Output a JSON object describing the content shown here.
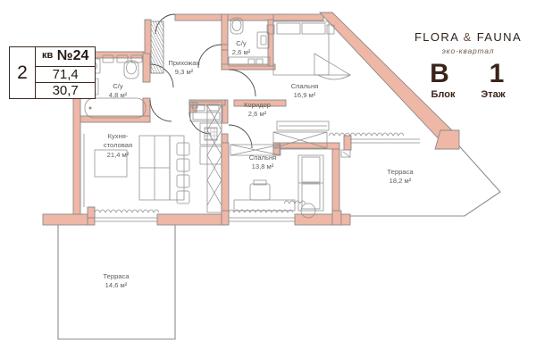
{
  "info_table": {
    "apartment_label": "кв",
    "apartment_number": "№24",
    "rooms": "2",
    "area_total": "71,4",
    "area_living": "30,7"
  },
  "brand": {
    "name_left": "FLORA",
    "name_amp": "&",
    "name_right": "FAUNA",
    "subtitle": "эко-квартал",
    "block_value": "B",
    "floor_value": "1",
    "block_label": "Блок",
    "floor_label": "Этаж"
  },
  "rooms": [
    {
      "name": "bathroom-main",
      "label": "С/у",
      "area": "4,8 м²"
    },
    {
      "name": "hallway",
      "label": "Прихожая",
      "area": "9,3 м²"
    },
    {
      "name": "bathroom-guest",
      "label": "С/у",
      "area": "2,6 м²"
    },
    {
      "name": "bedroom-large",
      "label": "Спальня",
      "area": "16,9 м²"
    },
    {
      "name": "corridor",
      "label": "Коридор",
      "area": "2,6 м²"
    },
    {
      "name": "kitchen-dining",
      "label_l1": "Кухня-",
      "label_l2": "столовая",
      "area": "21,4 м²"
    },
    {
      "name": "bedroom-small",
      "label": "Спальня",
      "area": "13,8 м²"
    },
    {
      "name": "terrace-right",
      "label": "Терраса",
      "area": "18,2 м²"
    },
    {
      "name": "terrace-bottom",
      "label": "Терраса",
      "area": "14,6 м²"
    }
  ],
  "colors": {
    "wall_fill": "#eeb7a6",
    "wall_stroke": "#8a8a8a",
    "furniture": "#8d8d8d",
    "text": "#5d5d5d",
    "brand_dark": "#3b241a",
    "background": "#ffffff"
  }
}
